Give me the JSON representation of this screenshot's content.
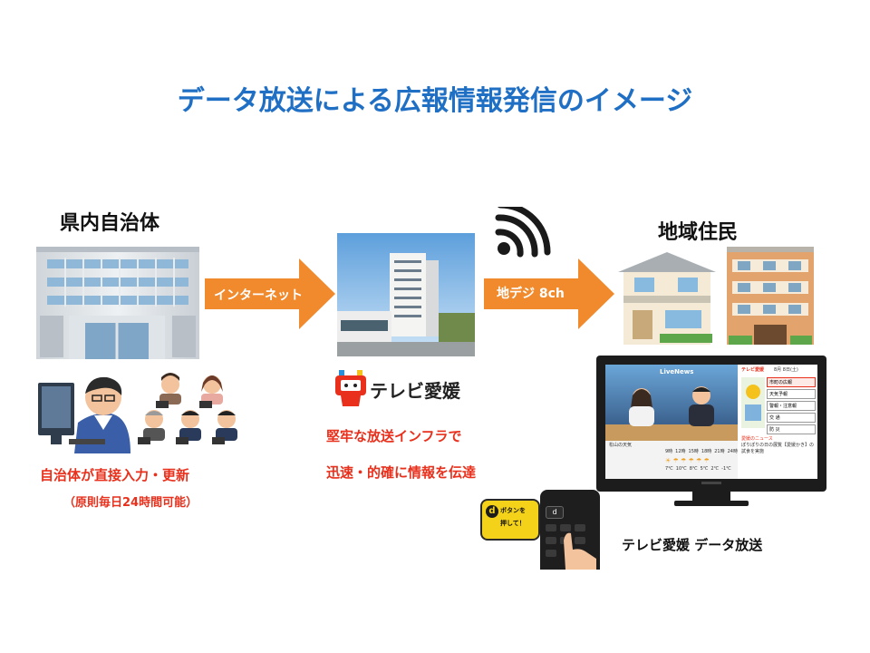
{
  "title": "データ放送による広報情報発信のイメージ",
  "municipality": {
    "label": "県内自治体",
    "caption_line1": "自治体が直接入力・更新",
    "caption_line2": "（原則毎日24時間可能）"
  },
  "arrow_internet": "インターネット",
  "arrow_broadcast": "地デジ 8ch",
  "broadcaster": {
    "logo_text": "テレビ愛媛",
    "caption_line1": "堅牢な放送インフラで",
    "caption_line2": "迅速・的確に情報を伝達"
  },
  "residents": {
    "label": "地域住民"
  },
  "tv": {
    "caption": "テレビ愛媛 データ放送",
    "live_news": "LiveNews",
    "channel_logo": "テレビ愛媛",
    "date": "8月 8日(土)",
    "menu": [
      "市町の広報",
      "天気予報",
      "警報・注意報",
      "交 通",
      "防 災"
    ],
    "news_header": "愛媛のニュース",
    "news_text": "ぽりぽりの日の展覧【愛媛かき】の試食を実施",
    "weather_header": "松山の天気",
    "weather_hours": [
      "9時",
      "12時",
      "15時",
      "18時",
      "21時",
      "24時"
    ],
    "weather_temps": [
      "7℃",
      "10℃",
      "8℃",
      "5℃",
      "2℃",
      "-1℃"
    ]
  },
  "remote": {
    "badge_line1": "ボタンを",
    "badge_line2": "押して！",
    "d_key": "d"
  },
  "colors": {
    "title": "#1f6fc5",
    "arrow": "#f08a2d",
    "accent_red": "#e8301c",
    "tv_frame": "#1c1c1c"
  }
}
